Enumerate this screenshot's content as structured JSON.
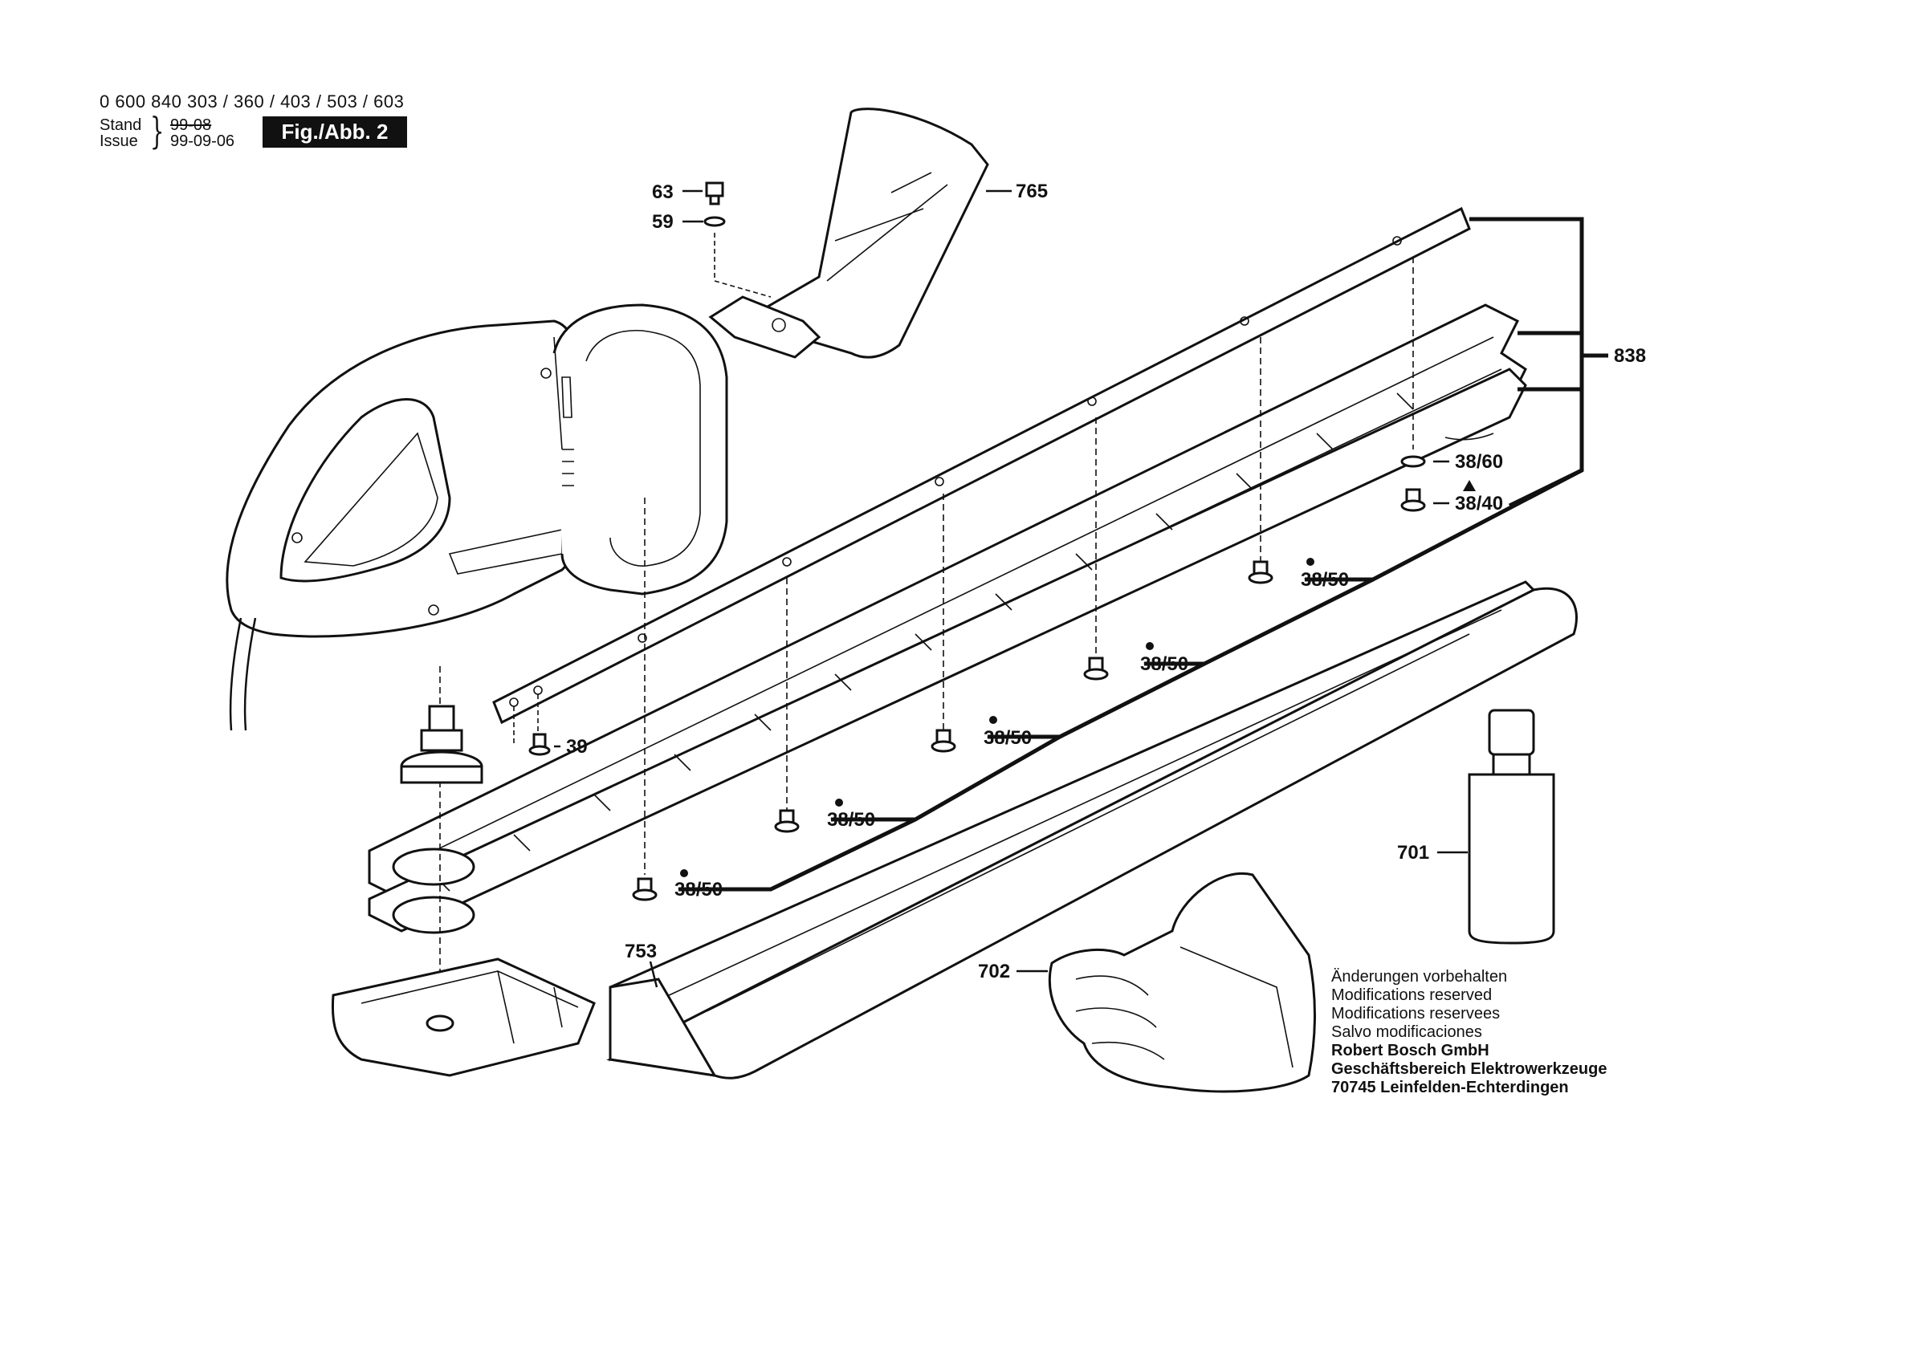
{
  "header": {
    "model_numbers": "0 600 840 303 / 360 / 403 / 503 / 603",
    "stand_label": "Stand",
    "issue_label": "Issue",
    "stand_value": "99-08",
    "issue_value": "99-09-06",
    "figure_label": "Fig./Abb. 2"
  },
  "callouts": {
    "p63": "63",
    "p59": "59",
    "p765": "765",
    "p838": "838",
    "p38_60": "38/60",
    "p38_40": "38/40",
    "p38_50": "38/50",
    "p39": "39",
    "p701": "701",
    "p702": "702",
    "p753": "753"
  },
  "notes": {
    "line1": "Änderungen vorbehalten",
    "line2": "Modifications reserved",
    "line3": "Modifications reservees",
    "line4": "Salvo modificaciones",
    "company": "Robert Bosch GmbH",
    "division": "Geschäftsbereich Elektrowerkzeuge",
    "address": "70745 Leinfelden-Echterdingen"
  }
}
